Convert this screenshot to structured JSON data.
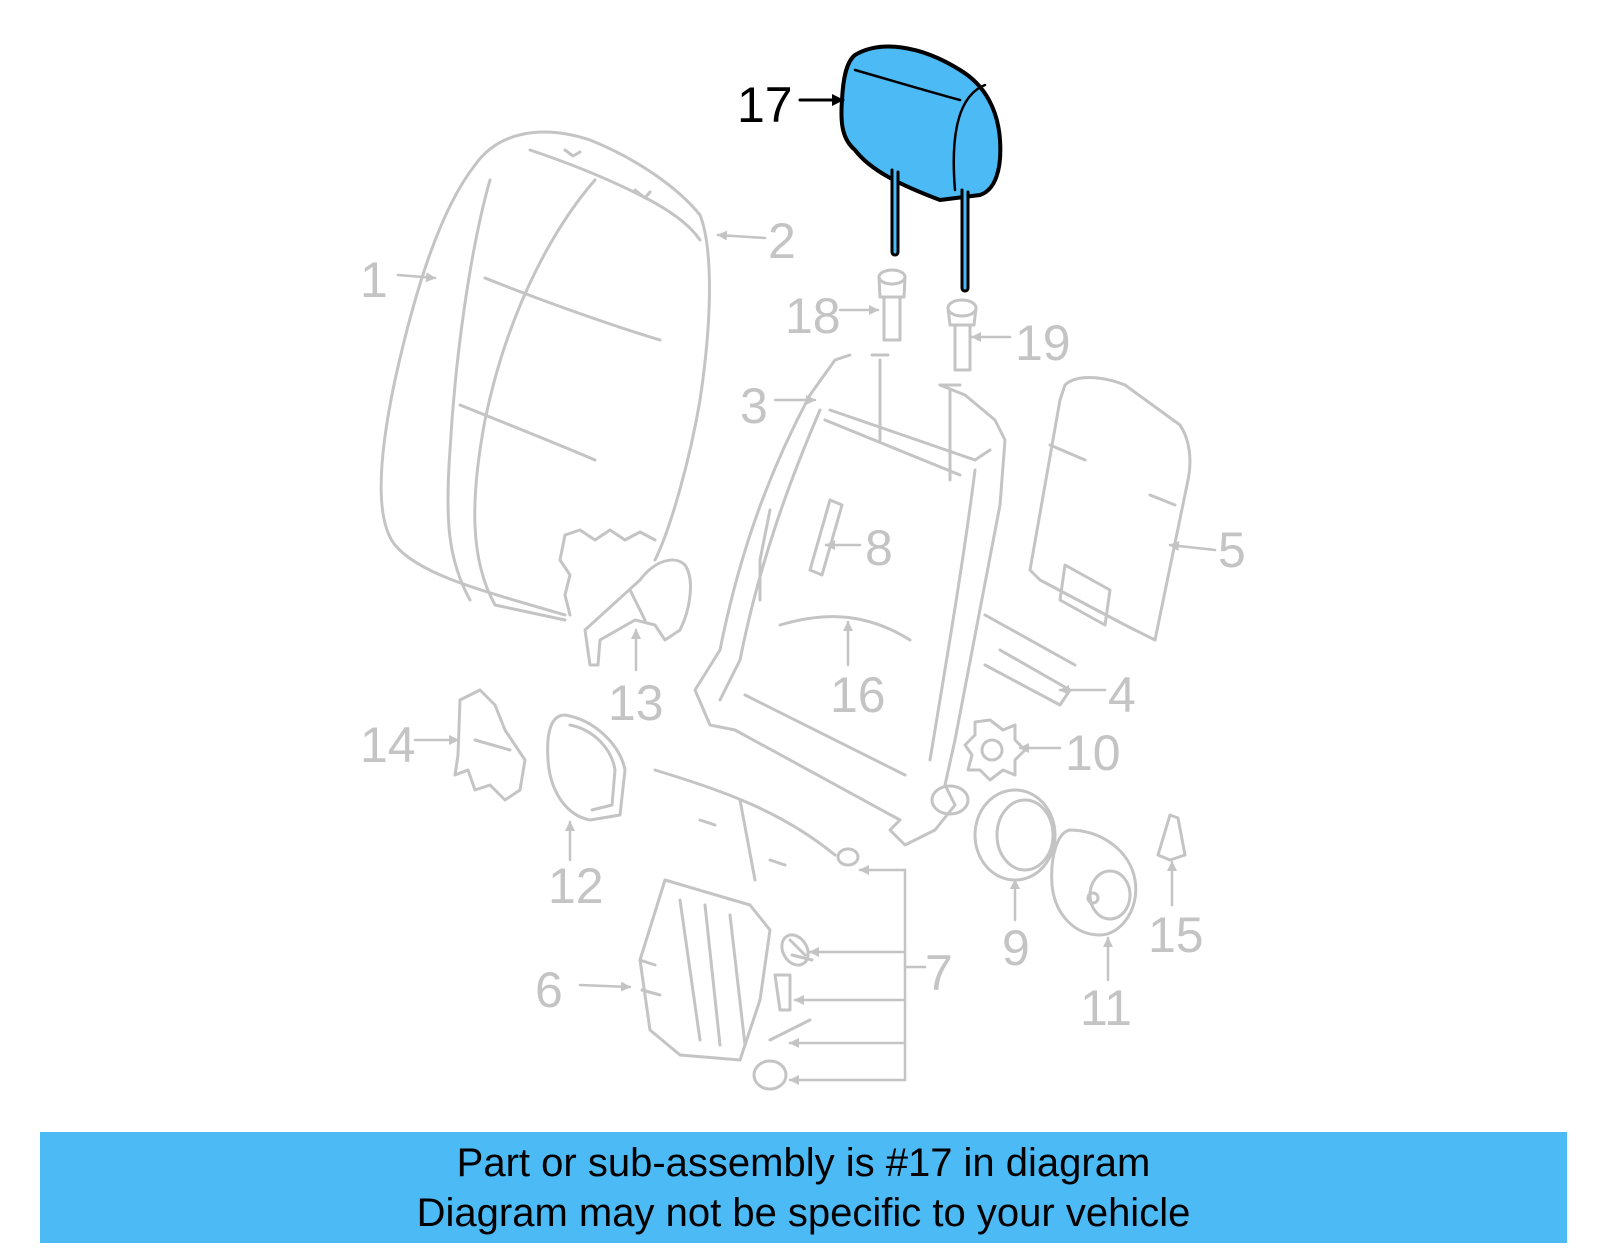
{
  "colors": {
    "ghost": "#c4c4c4",
    "highlight_fill": "#4cbaf4",
    "highlight_stroke": "#000000",
    "banner_bg": "#4cbaf4",
    "banner_text": "#000000"
  },
  "callouts": {
    "c1": "1",
    "c2": "2",
    "c3": "3",
    "c4": "4",
    "c5": "5",
    "c6": "6",
    "c7": "7",
    "c8": "8",
    "c9": "9",
    "c10": "10",
    "c11": "11",
    "c12": "12",
    "c13": "13",
    "c14": "14",
    "c15": "15",
    "c16": "16",
    "c17": "17",
    "c18": "18",
    "c19": "19"
  },
  "highlighted_part": "17",
  "banner": {
    "line1": "Part or sub-assembly is #17 in diagram",
    "line2": "Diagram may not be specific to your vehicle"
  }
}
